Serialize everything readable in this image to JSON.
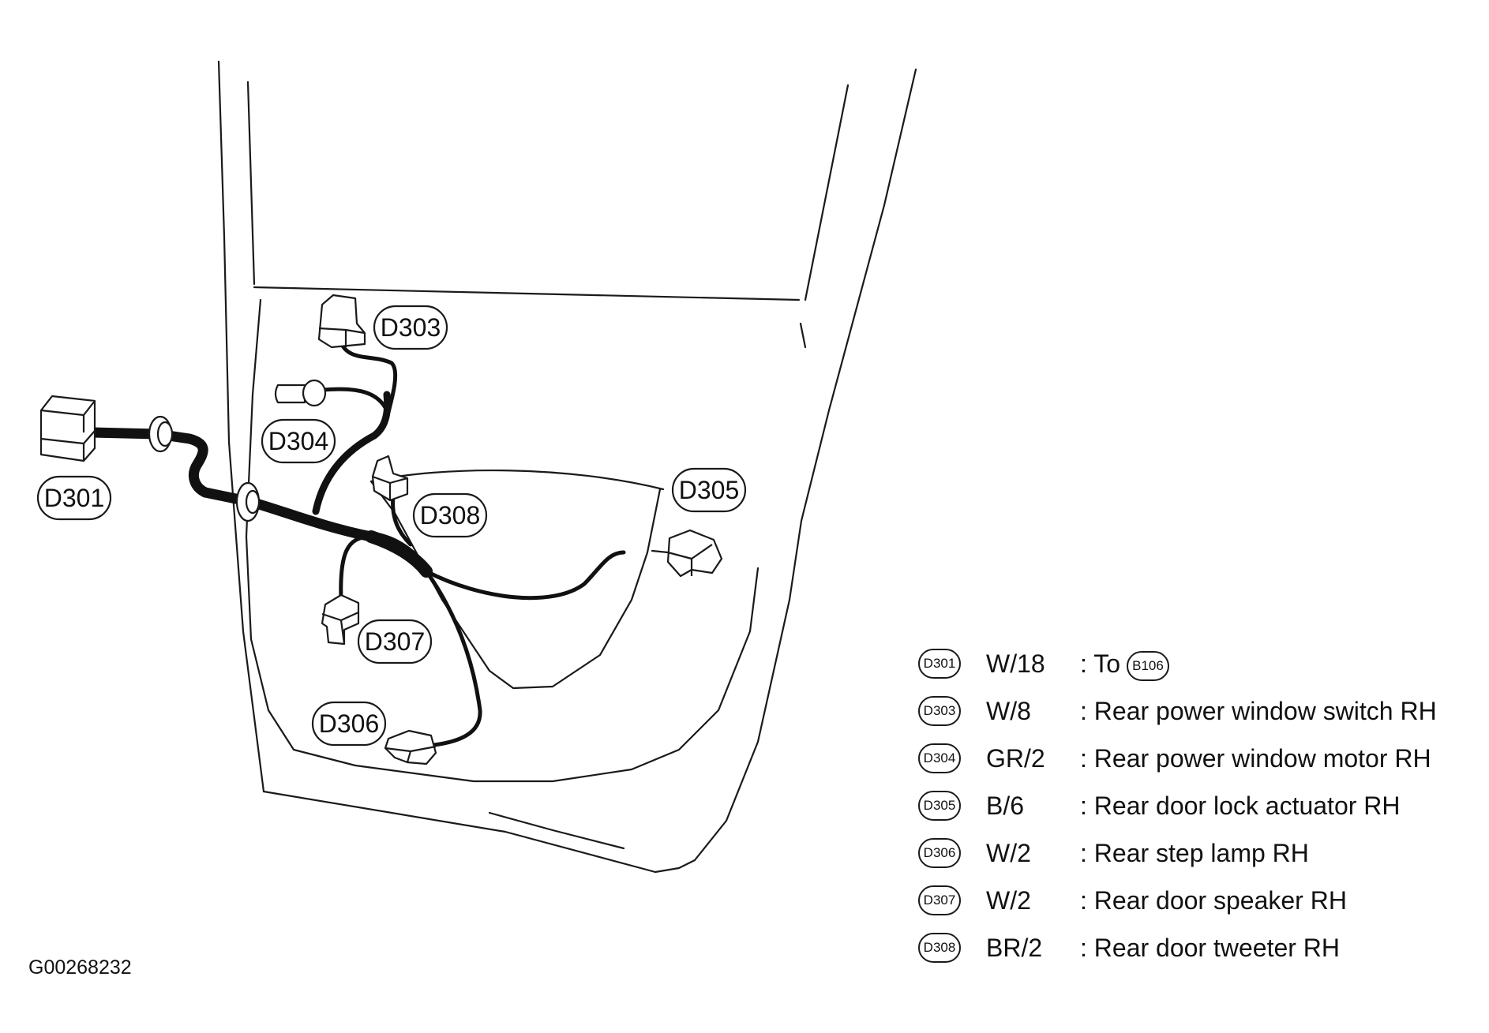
{
  "callouts": {
    "d301": "D301",
    "d303": "D303",
    "d304": "D304",
    "d305": "D305",
    "d306": "D306",
    "d307": "D307",
    "d308": "D308"
  },
  "legend": [
    {
      "id": "D301",
      "wire": "W/18",
      "desc": ": To",
      "ref": "B106"
    },
    {
      "id": "D303",
      "wire": "W/8",
      "desc": ": Rear power window switch RH"
    },
    {
      "id": "D304",
      "wire": "GR/2",
      "desc": ": Rear power window motor RH"
    },
    {
      "id": "D305",
      "wire": "B/6",
      "desc": ": Rear door lock actuator RH"
    },
    {
      "id": "D306",
      "wire": "W/2",
      "desc": ": Rear step lamp RH"
    },
    {
      "id": "D307",
      "wire": "W/2",
      "desc": ": Rear door speaker RH"
    },
    {
      "id": "D308",
      "wire": "BR/2",
      "desc": ": Rear door tweeter RH"
    }
  ],
  "figure_id": "G00268232"
}
